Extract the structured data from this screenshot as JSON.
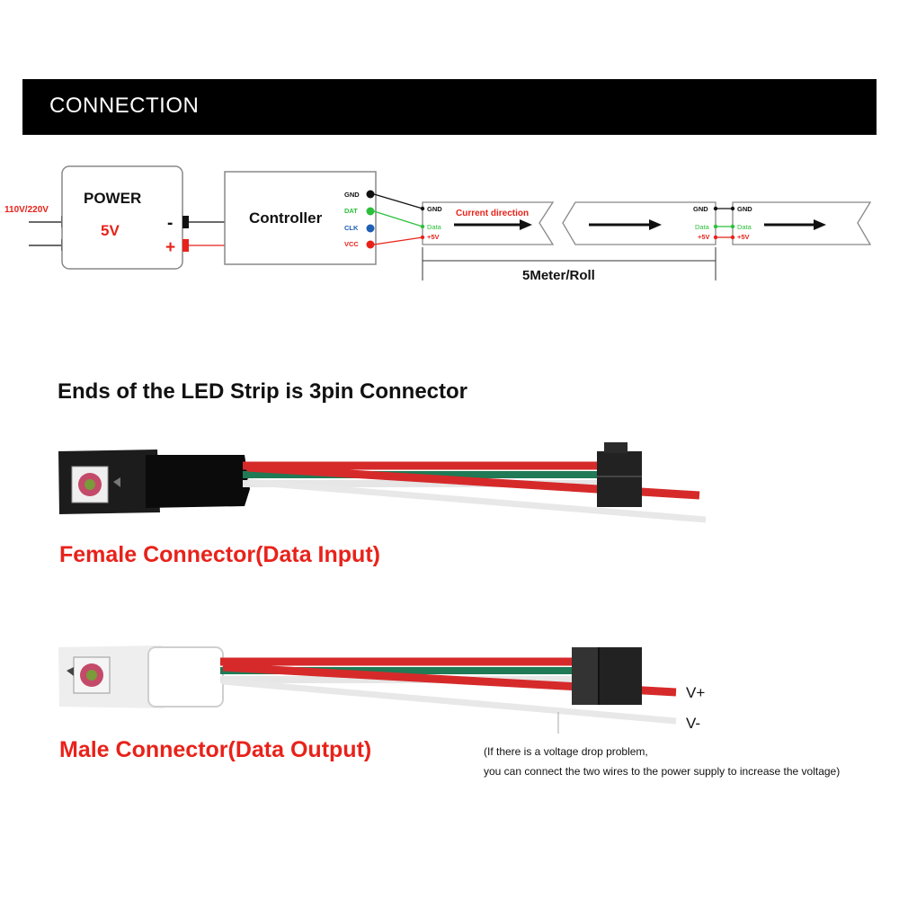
{
  "header": {
    "title": "CONNECTION"
  },
  "wiring": {
    "mains_label": "110V/220V",
    "power_title": "POWER",
    "power_voltage": "5V",
    "power_minus": "-",
    "power_plus": "+",
    "controller_title": "Controller",
    "controller_pins": [
      "GND",
      "DAT",
      "CLK",
      "VCC"
    ],
    "strip_pins": [
      "GND",
      "Data",
      "+5V"
    ],
    "current_direction": "Current direction",
    "roll_length": "5Meter/Roll",
    "colors": {
      "red": "#e8221a",
      "green": "#2bbf3a",
      "blue": "#1f5fb4",
      "black": "#000000"
    }
  },
  "ends_title": "Ends of the LED Strip is 3pin Connector",
  "female_label": "Female Connector(Data Input)",
  "male_label": "Male Connector(Data Output)",
  "wire_labels": {
    "v_plus": "V+",
    "v_minus": "V-"
  },
  "note": {
    "line1": "(If there is a voltage drop problem,",
    "line2": "you can connect the two wires to the power supply to increase the voltage)"
  },
  "icons": [
    "power-supply-icon",
    "controller-icon",
    "led-strip-icon",
    "arrow-icon",
    "jst-connector-icon",
    "led-chip-icon"
  ]
}
